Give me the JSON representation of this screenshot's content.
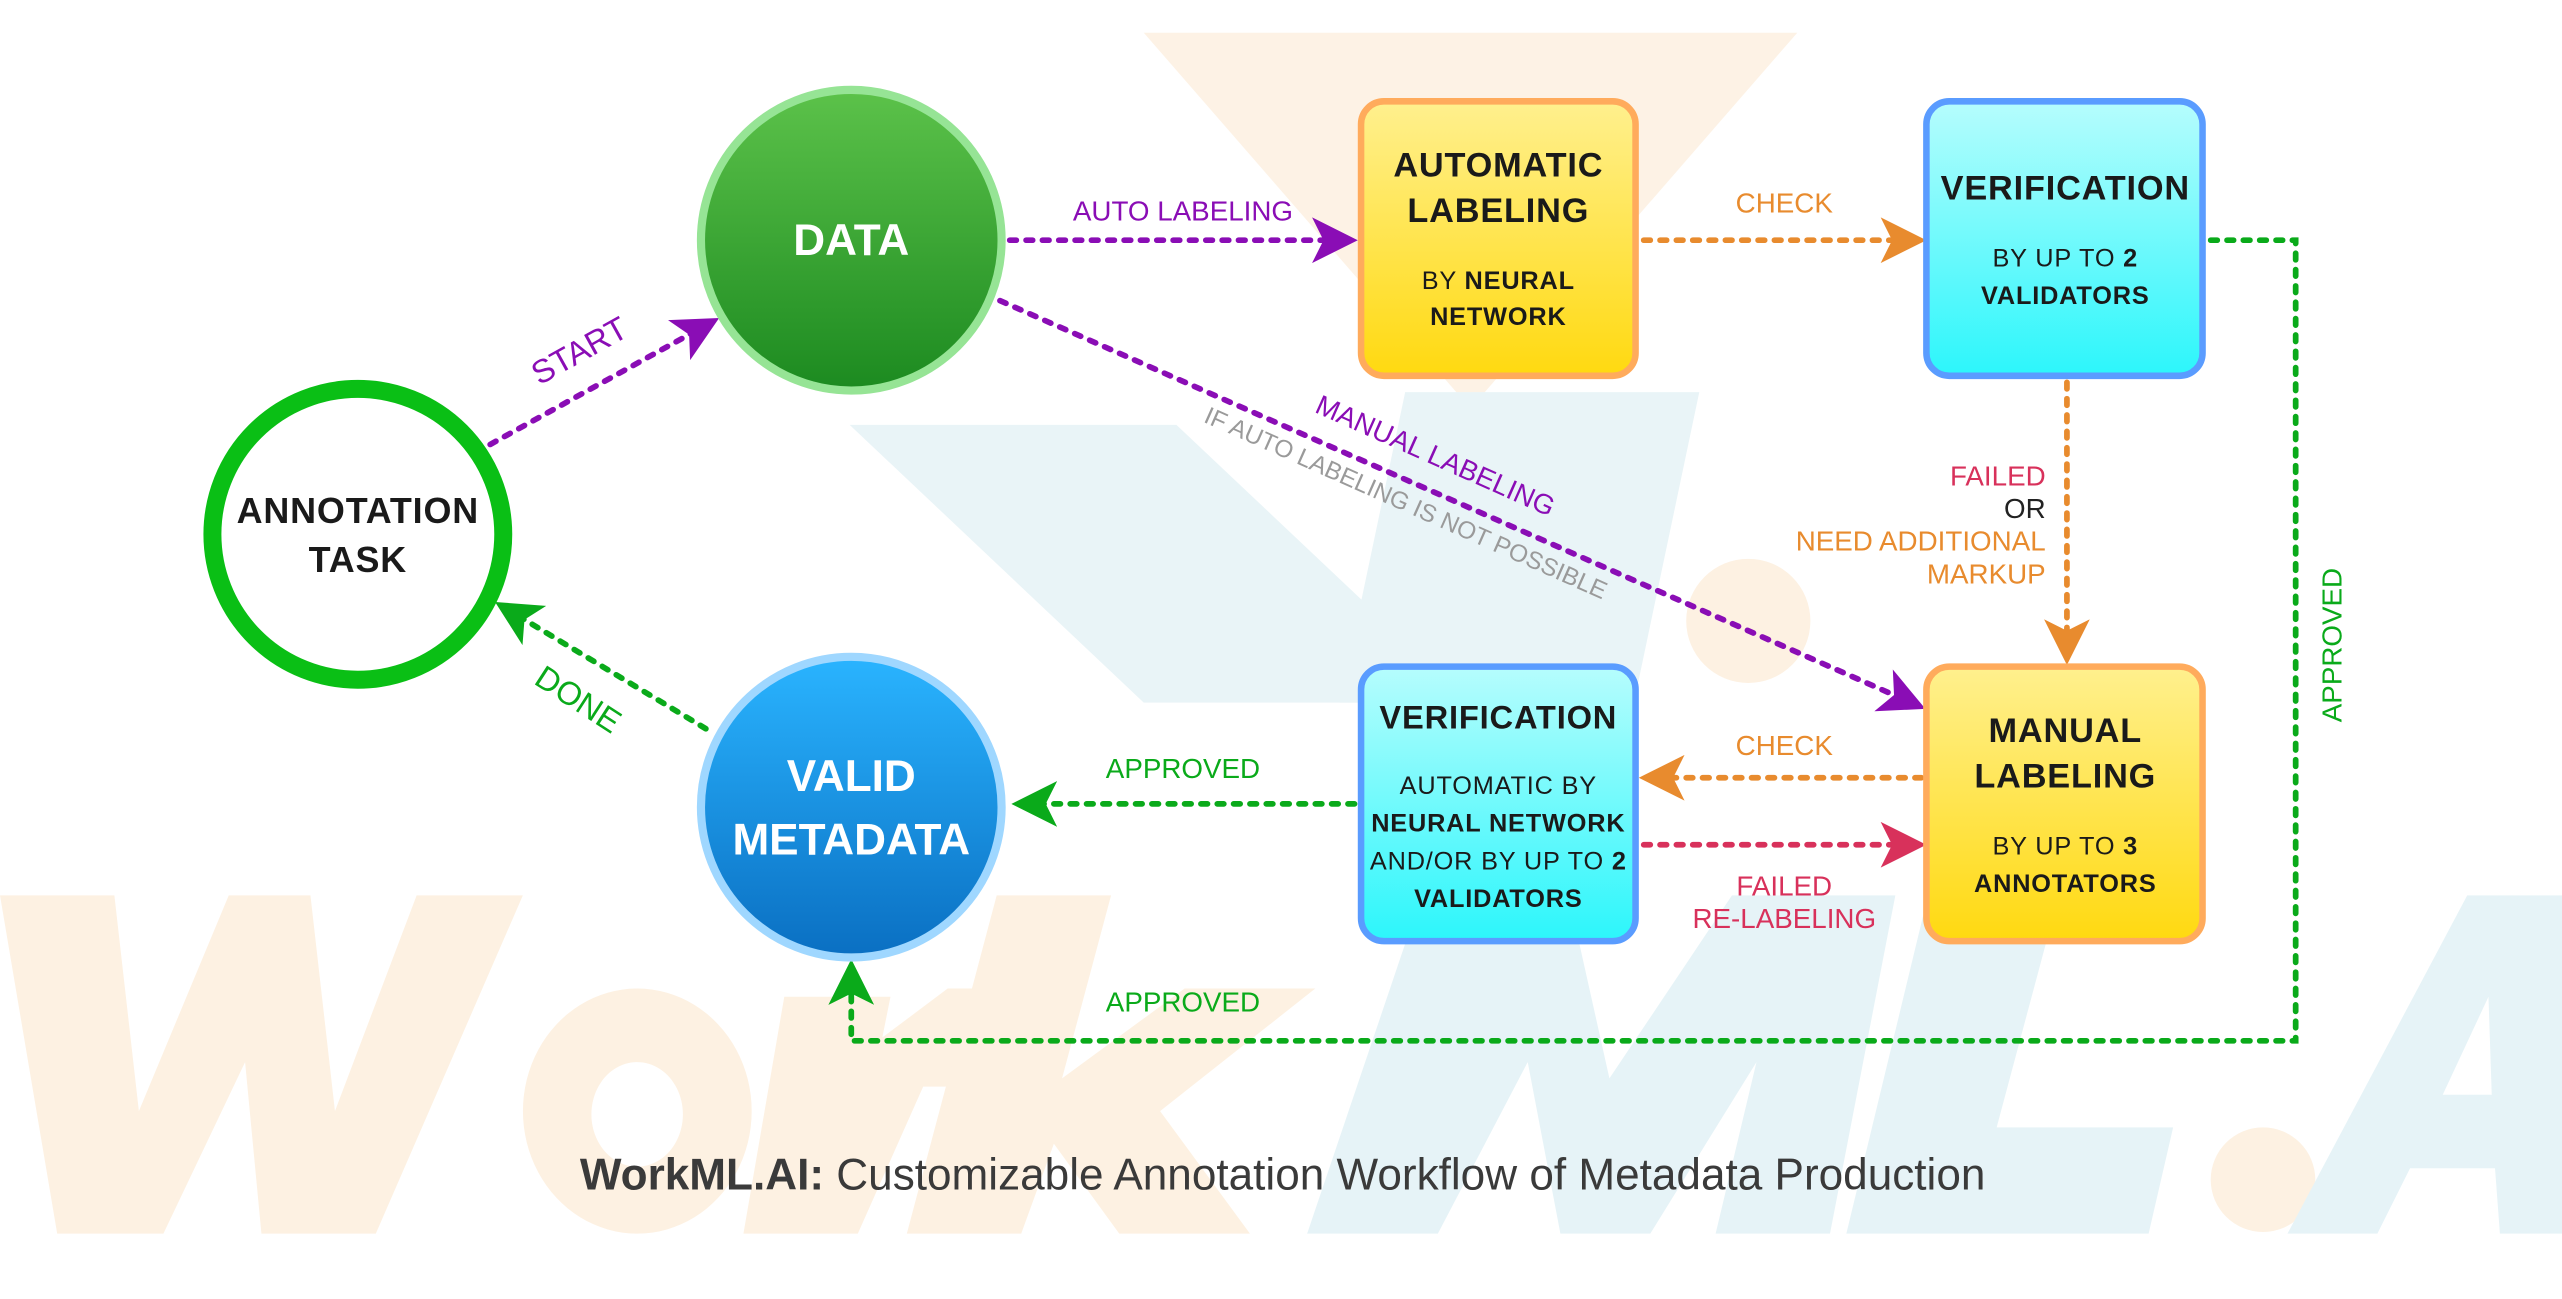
{
  "watermark": {
    "text_a": "Work",
    "text_b": "ML.AI",
    "color_a": "#fdf1e2",
    "color_b": "#e6f3f7"
  },
  "colors": {
    "purple": "#8a0db5",
    "orange": "#e88b2e",
    "green": "#0aaa1a",
    "red": "#d8315b",
    "gray": "#9a9a9a"
  },
  "nodes": {
    "annotation_task": {
      "line1": "ANNOTATION",
      "line2": "TASK"
    },
    "data": {
      "label": "DATA"
    },
    "valid_metadata": {
      "line1": "VALID",
      "line2": "METADATA"
    },
    "automatic_labeling": {
      "line1": "AUTOMATIC",
      "line2": "LABELING",
      "sub1_a": "BY ",
      "sub1_b": "NEURAL",
      "sub2": "NETWORK"
    },
    "verification_top": {
      "title": "VERIFICATION",
      "sub1_a": "BY UP TO ",
      "sub1_b": "2",
      "sub2": "VALIDATORS"
    },
    "verification_bottom": {
      "title": "VERIFICATION",
      "sub1": "AUTOMATIC BY",
      "sub2": "NEURAL NETWORK",
      "sub3_a": "AND/OR BY UP TO ",
      "sub3_b": "2",
      "sub4": "VALIDATORS"
    },
    "manual_labeling": {
      "line1": "MANUAL",
      "line2": "LABELING",
      "sub1_a": "BY UP TO ",
      "sub1_b": "3",
      "sub2": "ANNOTATORS"
    }
  },
  "edges": {
    "start": "START",
    "auto_labeling": "AUTO LABELING",
    "check_top": "CHECK",
    "manual_labeling": "MANUAL LABELING",
    "manual_labeling_note": "IF AUTO LABELING IS NOT POSSIBLE",
    "failed": "FAILED",
    "or": "OR",
    "need_additional": "NEED ADDITIONAL",
    "markup": "MARKUP",
    "approved_right": "APPROVED",
    "check_bottom": "CHECK",
    "failed_bottom": "FAILED",
    "relabeling": "RE-LABELING",
    "approved_mid": "APPROVED",
    "approved_bottom": "APPROVED",
    "done": "DONE"
  },
  "caption": {
    "brand": "WorkML.AI:",
    "text": " Customizable Annotation Workflow of Metadata Production"
  }
}
